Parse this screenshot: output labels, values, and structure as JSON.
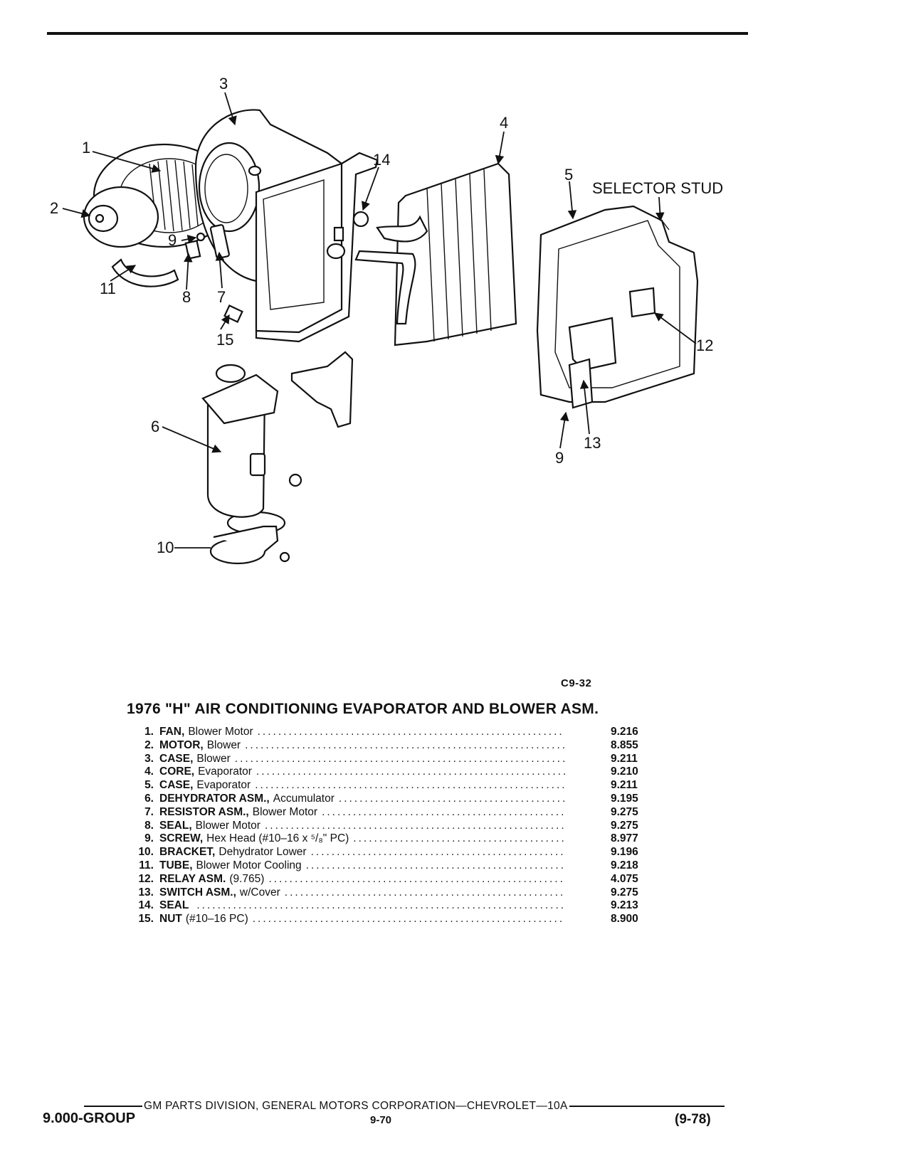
{
  "figure": {
    "code": "C9-32",
    "callouts": [
      "1",
      "2",
      "3",
      "4",
      "5",
      "6",
      "7",
      "8",
      "9",
      "9",
      "10",
      "11",
      "12",
      "13",
      "14",
      "15"
    ],
    "selector_label": "SELECTOR STUD"
  },
  "title": "1976 \"H\" AIR CONDITIONING EVAPORATOR AND BLOWER ASM.",
  "parts": [
    {
      "num": "1.",
      "name": "FAN,",
      "desc": "Blower Motor",
      "code": "9.216"
    },
    {
      "num": "2.",
      "name": "MOTOR,",
      "desc": "Blower",
      "code": "8.855"
    },
    {
      "num": "3.",
      "name": "CASE,",
      "desc": "Blower",
      "code": "9.211"
    },
    {
      "num": "4.",
      "name": "CORE,",
      "desc": "Evaporator",
      "code": "9.210"
    },
    {
      "num": "5.",
      "name": "CASE,",
      "desc": "Evaporator",
      "code": "9.211"
    },
    {
      "num": "6.",
      "name": "DEHYDRATOR ASM.,",
      "desc": "Accumulator",
      "code": "9.195"
    },
    {
      "num": "7.",
      "name": "RESISTOR ASM.,",
      "desc": "Blower Motor",
      "code": "9.275"
    },
    {
      "num": "8.",
      "name": "SEAL,",
      "desc": "Blower Motor",
      "code": "9.275"
    },
    {
      "num": "9.",
      "name": "SCREW,",
      "desc": "Hex Head (#10–16 x ⁵/₈\" PC)",
      "code": "8.977"
    },
    {
      "num": "10.",
      "name": "BRACKET,",
      "desc": "Dehydrator Lower",
      "code": "9.196"
    },
    {
      "num": "11.",
      "name": "TUBE,",
      "desc": "Blower Motor Cooling",
      "code": "9.218"
    },
    {
      "num": "12.",
      "name": "RELAY ASM.",
      "desc": "(9.765)",
      "code": "4.075"
    },
    {
      "num": "13.",
      "name": "SWITCH ASM.,",
      "desc": "w/Cover",
      "code": "9.275"
    },
    {
      "num": "14.",
      "name": "SEAL",
      "desc": "",
      "code": "9.213"
    },
    {
      "num": "15.",
      "name": "NUT",
      "desc": "(#10–16 PC)",
      "code": "8.900"
    }
  ],
  "footer": {
    "publisher": "GM PARTS DIVISION, GENERAL MOTORS CORPORATION—CHEVROLET—10A",
    "group": "9.000-GROUP",
    "page": "9-70",
    "date_code": "(9-78)"
  }
}
